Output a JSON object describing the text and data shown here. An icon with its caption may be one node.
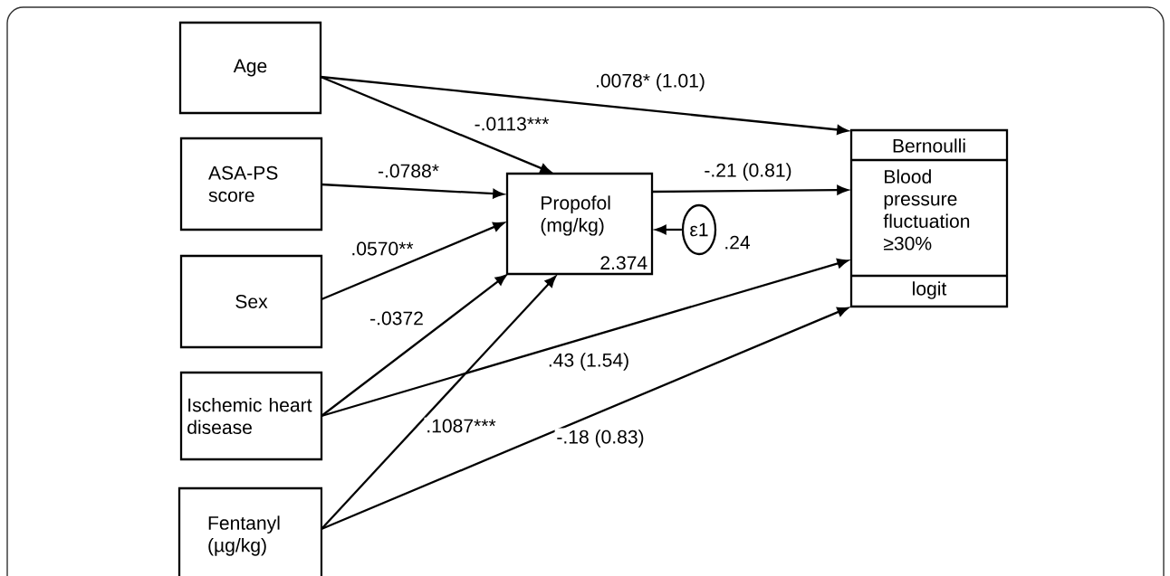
{
  "diagram": {
    "nodes": [
      {
        "text": [
          "Age"
        ]
      },
      {
        "text": [
          "ASA-PS score"
        ]
      },
      {
        "text": [
          "Sex"
        ]
      },
      {
        "text": [
          "Ischemic heart disease"
        ]
      },
      {
        "text": [
          "Fentanyl (µg/kg)"
        ]
      },
      {
        "text": [
          "Propofol (mg/kg)",
          "2.374"
        ]
      },
      {
        "text": [
          "ε1"
        ],
        "beside": [
          ".24"
        ]
      },
      {
        "text": [
          "Bernoulli",
          "Blood pressure fluctuation ≥30%",
          "logit"
        ]
      }
    ],
    "edges": [
      {
        "from": 0,
        "to": 5,
        "arrow": "to",
        "label": "-.0113***"
      },
      {
        "from": 0,
        "to": 7,
        "arrow": "to",
        "label": ".0078* (1.01)"
      },
      {
        "from": 1,
        "to": 5,
        "arrow": "to",
        "label": "-.0788*"
      },
      {
        "from": 2,
        "to": 5,
        "arrow": "to",
        "label": ".0570**"
      },
      {
        "from": 3,
        "to": 5,
        "arrow": "to",
        "label": "-.0372"
      },
      {
        "from": 4,
        "to": 5,
        "arrow": "to",
        "label": ".1087***"
      },
      {
        "from": 5,
        "to": 7,
        "arrow": "to",
        "label": "-.21 (0.81)"
      },
      {
        "from": 6,
        "to": 5,
        "arrow": "to"
      },
      {
        "from": 3,
        "to": 7,
        "arrow": "to",
        "label": ".43 (1.54)"
      },
      {
        "from": 4,
        "to": 7,
        "arrow": "to",
        "label": "-.18 (0.83)"
      }
    ]
  }
}
